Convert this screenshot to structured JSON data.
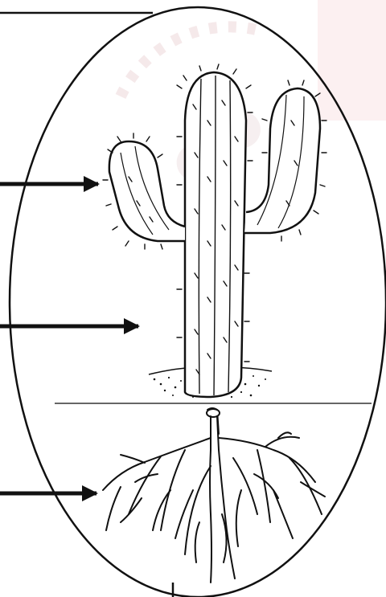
{
  "diagram": {
    "subject": "cactus",
    "parts": [
      {
        "id": "spine",
        "has_pointer": true
      },
      {
        "id": "stem",
        "has_pointer": true
      },
      {
        "id": "root",
        "has_pointer": true
      }
    ]
  },
  "colors": {
    "ink": "#111111",
    "ground_line": "#666666",
    "watermark": "#f2c9cc",
    "background": "#ffffff"
  }
}
